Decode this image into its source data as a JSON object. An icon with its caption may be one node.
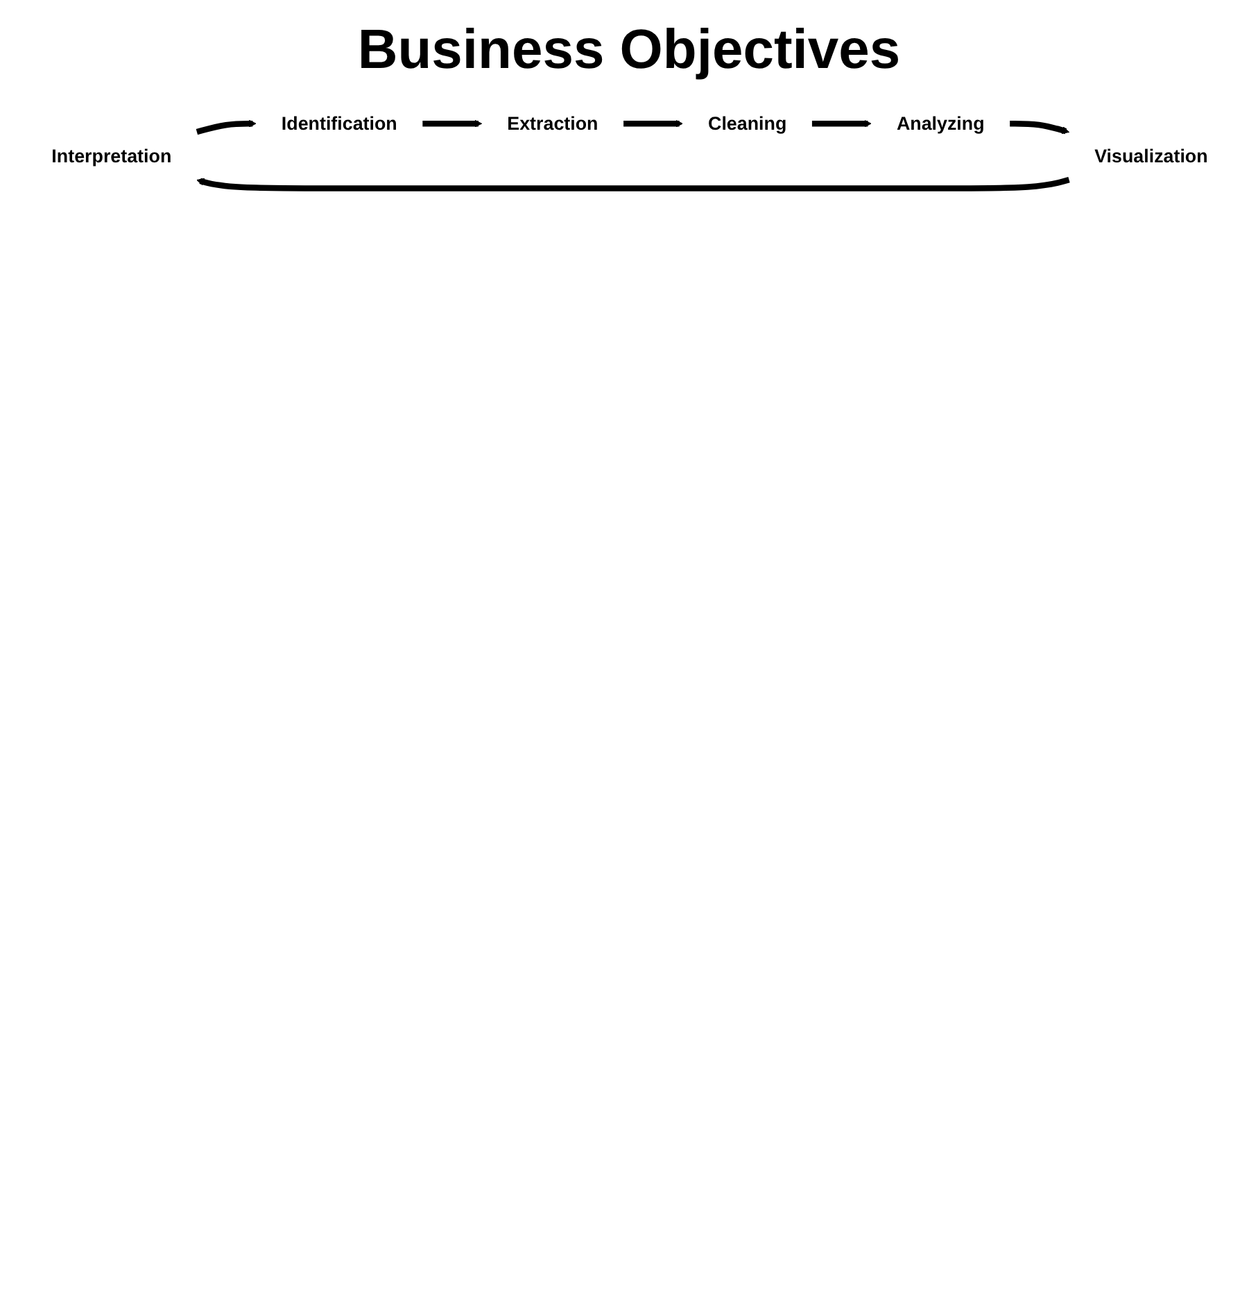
{
  "diagram": {
    "title": "Business Objectives",
    "nodes": [
      {
        "text": [
          "Interpretation"
        ]
      },
      {
        "text": [
          "Identification"
        ]
      },
      {
        "text": [
          "Visualization"
        ]
      },
      {
        "text": [
          "Extraction"
        ]
      },
      {
        "text": [
          "Analyzing"
        ]
      },
      {
        "text": [
          "Cleaning"
        ]
      }
    ],
    "edges": [
      {
        "from": 0,
        "to": 1,
        "arrow": "to"
      },
      {
        "from": 1,
        "to": 3,
        "arrow": "to"
      },
      {
        "from": 3,
        "to": 5,
        "arrow": "to"
      },
      {
        "from": 5,
        "to": 4,
        "arrow": "to"
      },
      {
        "from": 4,
        "to": 2,
        "arrow": "to"
      },
      {
        "from": 2,
        "to": 0,
        "arrow": "to"
      }
    ]
  }
}
